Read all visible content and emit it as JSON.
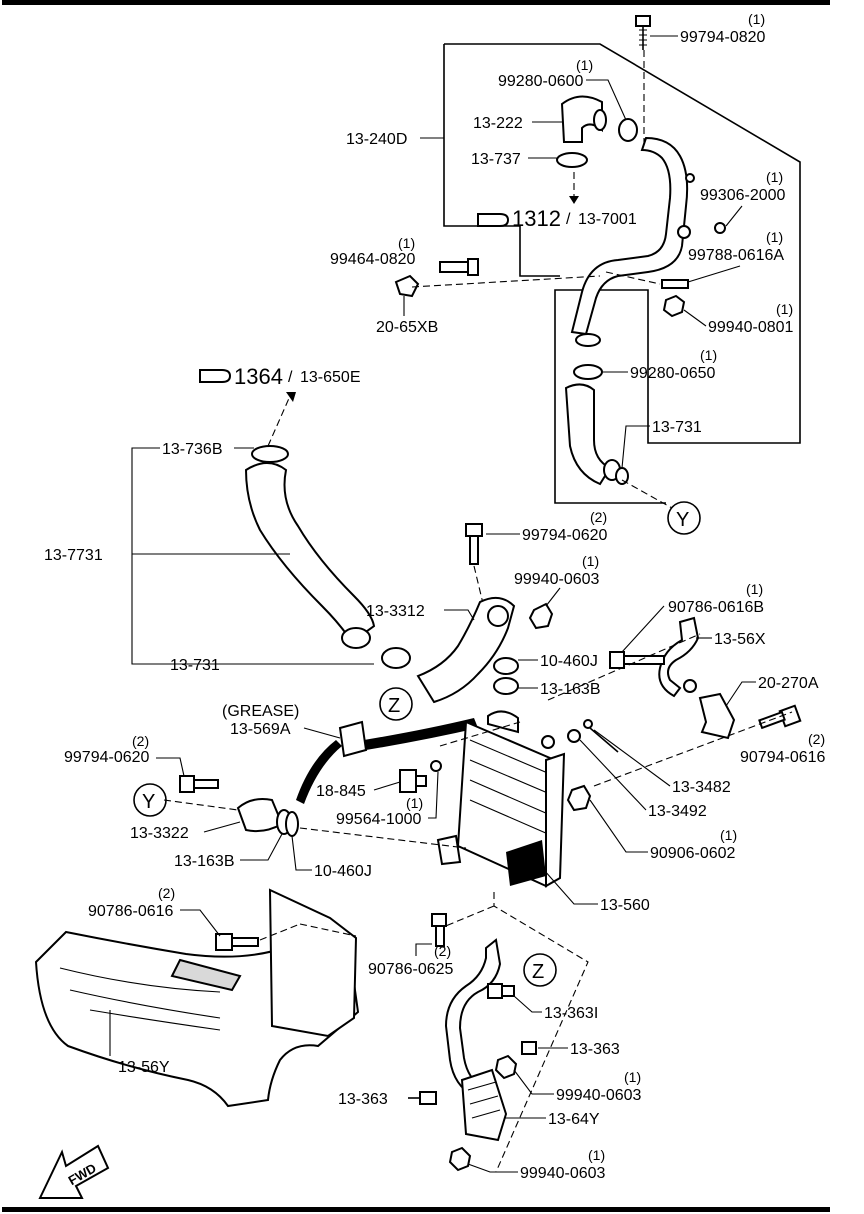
{
  "parts": {
    "p_9979408201_no": "99794-0820",
    "p_9979408201_q": "(1)",
    "p_9928006001_no": "99280-0600",
    "p_9928006001_q": "(1)",
    "p_13222": "13-222",
    "p_13240d": "13-240D",
    "p_13737": "13-737",
    "p_9930620001_no": "99306-2000",
    "p_9930620001_q": "(1)",
    "ref1_num": "1312",
    "ref1_sep": "/",
    "ref1_code": "13-7001",
    "p_9946408201_no": "99464-0820",
    "p_9946408201_q": "(1)",
    "p_97880616a_no": "99788-0616A",
    "p_97880616a_q": "(1)",
    "p_2065xb": "20-65XB",
    "p_9994008011_no": "99940-0801",
    "p_9994008011_q": "(1)",
    "ref2_num": "1364",
    "ref2_sep": "/",
    "ref2_code": "13-650E",
    "p_9928006501_no": "99280-0650",
    "p_9928006501_q": "(1)",
    "p_13731_top": "13-731",
    "p_13736b": "13-736B",
    "p_137731": "13-7731",
    "p_9979406202_no": "99794-0620",
    "p_9979406202_q": "(2)",
    "p_9994006031_no": "99940-0603",
    "p_9994006031_q": "(1)",
    "p_133312": "13-3312",
    "p_907860616b_no": "90786-0616B",
    "p_907860616b_q": "(1)",
    "p_1356x": "13-56X",
    "p_13731_mid": "13-731",
    "p_10460j_a": "10-460J",
    "p_13163b_a": "13-163B",
    "p_20270a": "20-270A",
    "p_grease": "(GREASE)",
    "p_13569a": "13-569A",
    "p_9079406162_no": "90794-0616",
    "p_9079406162_q": "(2)",
    "p_9979406202b_no": "99794-0620",
    "p_9979406202b_q": "(2)",
    "p_18845": "18-845",
    "p_133482": "13-3482",
    "p_995641000_no": "99564-1000",
    "p_995641000_q": "(1)",
    "p_133492": "13-3492",
    "p_133322": "13-3322",
    "p_909060602_no": "90906-0602",
    "p_909060602_q": "(1)",
    "p_13163b_b": "13-163B",
    "p_10460j_b": "10-460J",
    "p_13560": "13-560",
    "p_907860616_no": "90786-0616",
    "p_907860616_q": "(2)",
    "p_907860625_no": "90786-0625",
    "p_907860625_q": "(2)",
    "p_133631": "13-363I",
    "p_13363_a": "13-363",
    "p_1356y": "13-56Y",
    "p_9994006031b_no": "99940-0603",
    "p_9994006031b_q": "(1)",
    "p_13363_b": "13-363",
    "p_1364y": "13-64Y",
    "p_9994006031c_no": "99940-0603",
    "p_9994006031c_q": "(1)"
  },
  "markers": {
    "y": "Y",
    "z": "Z"
  },
  "fwd": "FWD"
}
